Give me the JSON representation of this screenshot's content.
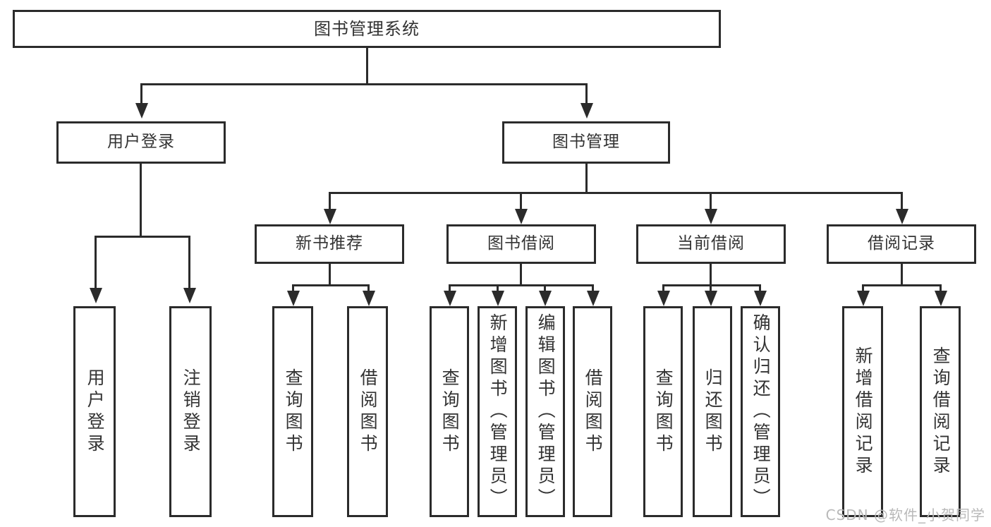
{
  "diagram": {
    "title": "图书管理系统",
    "type": "tree",
    "root": {
      "label": "图书管理系统"
    },
    "level2": [
      {
        "label": "用户登录"
      },
      {
        "label": "图书管理"
      }
    ],
    "level3": [
      {
        "label": "新书推荐"
      },
      {
        "label": "图书借阅"
      },
      {
        "label": "当前借阅"
      },
      {
        "label": "借阅记录"
      }
    ],
    "leaves": {
      "user_login": [
        {
          "label": "用户登录"
        },
        {
          "label": "注销登录"
        }
      ],
      "new_book_recommend": [
        {
          "label": "查询图书"
        },
        {
          "label": "借阅图书"
        }
      ],
      "book_borrow": [
        {
          "label": "查询图书"
        },
        {
          "label": "新增图书（管理员）"
        },
        {
          "label": "编辑图书（管理员）"
        },
        {
          "label": "借阅图书"
        }
      ],
      "current_borrow": [
        {
          "label": "查询图书"
        },
        {
          "label": "归还图书"
        },
        {
          "label": "确认归还（管理员）"
        }
      ],
      "borrow_record": [
        {
          "label": "新增借阅记录"
        },
        {
          "label": "查询借阅记录"
        }
      ]
    }
  },
  "watermark": {
    "text": "CSDN @软件_小贺同学"
  },
  "colors": {
    "border": "#2b2b2b",
    "fill": "#ffffff",
    "text": "#333333",
    "watermark": "#b9b9b9",
    "background": "#ffffff"
  }
}
